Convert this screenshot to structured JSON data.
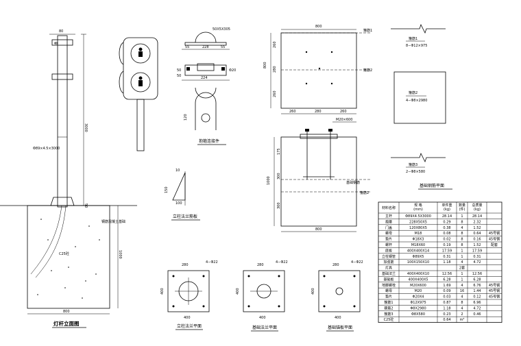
{
  "views": {
    "pole_elevation": "灯杆立面图",
    "base_flange_rib": "立柱法兰筋板",
    "connector": "抱箍连接件",
    "pole_flange_plan": "立柱法兰平面",
    "base_flange_plan": "基础法兰平面",
    "anchor_plate_plan": "基础锚板平面",
    "rebar_plan": "基础钢筋平面"
  },
  "pole": {
    "dim_top": "80",
    "dim_height": "3000",
    "dim_base": "50",
    "dim_foundation_depth": "1000",
    "dim_foundation_width": "800",
    "pipe_label": "Φ89×4.5×3000",
    "concrete_label": "C25砼",
    "ground_label": "钢筋混凝土基础"
  },
  "connector": {
    "top_note": "50X5X305",
    "d1": "55",
    "d2": "228",
    "d3": "55",
    "d4": "50",
    "d5": "224",
    "d6": "50",
    "d7": "Φ20",
    "d8": "120"
  },
  "rib": {
    "h": "150",
    "w": "100",
    "t": "10"
  },
  "base_plate": {
    "w": "800",
    "h": "800",
    "l1": "260",
    "l2": "280",
    "l3": "260",
    "r1": "260",
    "r2": "280",
    "r3": "260",
    "label1": "箍筋1",
    "label2": "箍筋2"
  },
  "anchor_section": {
    "w": "800",
    "h": "1000",
    "v1": "175",
    "v2": "300",
    "v3": "300",
    "bolt_label": "M20×600",
    "rebar_label": "基础钢筋",
    "label2": "箍筋2"
  },
  "rebar": {
    "bar1_name": "箍筋1",
    "bar1_spec": "8−Φ12×975",
    "bar2_name": "箍筋2",
    "bar2_spec": "4−Φ8×2980",
    "bar3_name": "箍筋3",
    "bar3_spec": "2−Φ8×580"
  },
  "flange_plans": {
    "p1_w": "400",
    "p1_h": "400",
    "p1_in": "280",
    "p1_hole": "4−Φ22",
    "p2_w": "400",
    "p2_h": "400",
    "p2_in": "280",
    "p2_hole": "4−Φ22",
    "p3_w": "400",
    "p3_h": "400",
    "p3_in": "280",
    "p3_hole": "4−Φ22"
  },
  "table": {
    "headers": [
      "材料名称",
      "规  格\n(mm)",
      "单件重\n(kg)",
      "数量\n(件)",
      "总质量\n(kg)",
      ""
    ],
    "rows": [
      [
        "主杆",
        "Φ89X4.5X3000",
        "28.14",
        "1",
        "28.14",
        ""
      ],
      [
        "抱箍",
        "228X50X5",
        "0.29",
        "8",
        "2.32",
        ""
      ],
      [
        "门盖",
        "120X80X5",
        "0.38",
        "4",
        "1.52",
        ""
      ],
      [
        "螺母",
        "M18",
        "0.08",
        "8",
        "0.64",
        "45号钢"
      ],
      [
        "垫片",
        "Φ18X3",
        "0.02",
        "8",
        "0.16",
        "45号钢"
      ],
      [
        "螺杆",
        "M18X60",
        "0.19",
        "8",
        "1.52",
        "配套"
      ],
      [
        "底板",
        "400X400X14",
        "17.59",
        "1",
        "17.59",
        ""
      ],
      [
        "立柱钢管",
        "Φ89X5",
        "0.31",
        "1",
        "0.31",
        ""
      ],
      [
        "加强筋",
        "100X150X10",
        "1.18",
        "4",
        "4.72",
        ""
      ],
      [
        "灯具",
        "",
        "",
        "2套",
        "",
        ""
      ],
      [
        "基础法兰",
        "400X400X10",
        "12.56",
        "1",
        "12.56",
        ""
      ],
      [
        "基础板",
        "400X400X5",
        "6.28",
        "1",
        "6.28",
        ""
      ],
      [
        "地脚螺栓",
        "M20X600",
        "1.69",
        "4",
        "6.76",
        "45号钢"
      ],
      [
        "螺母",
        "M20",
        "0.09",
        "16",
        "1.44",
        "45号钢"
      ],
      [
        "垫片",
        "Φ20X4",
        "0.03",
        "4",
        "0.12",
        "45号钢"
      ],
      [
        "箍筋1",
        "Φ12X975",
        "0.87",
        "8",
        "6.96",
        ""
      ],
      [
        "箍筋2",
        "Φ8X2980",
        "1.18",
        "4",
        "4.72",
        ""
      ],
      [
        "箍筋3",
        "Φ8X580",
        "0.23",
        "2",
        "0.46",
        ""
      ],
      [
        "C25砼",
        "",
        "0.64",
        "m³",
        "",
        ""
      ]
    ]
  }
}
